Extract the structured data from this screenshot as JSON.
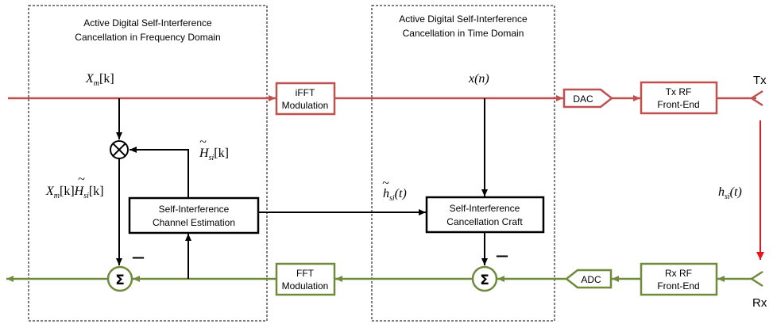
{
  "colors": {
    "tx": "#c0504d",
    "rx": "#6f8a3b",
    "channel": "#e8141b",
    "black": "#000000"
  },
  "regions": {
    "freq": {
      "title_line1": "Active Digital Self-Interference",
      "title_line2": "Cancellation in Frequency Domain"
    },
    "time": {
      "title_line1": "Active Digital Self-Interference",
      "title_line2": "Cancellation in Time Domain"
    }
  },
  "blocks": {
    "ifft": {
      "line1": "iFFT",
      "line2": "Modulation"
    },
    "dac": {
      "label": "DAC"
    },
    "tx_rf": {
      "line1": "Tx RF",
      "line2": "Front-End"
    },
    "fft": {
      "line1": "FFT",
      "line2": "Modulation"
    },
    "adc": {
      "label": "ADC"
    },
    "rx_rf": {
      "line1": "Rx RF",
      "line2": "Front-End"
    },
    "channel_est": {
      "line1": "Self-Interference",
      "line2": "Channel Estimation"
    },
    "craft": {
      "line1": "Self-Interference",
      "line2": "Cancellation Craft"
    }
  },
  "ports": {
    "tx": "Tx",
    "rx": "Rx"
  },
  "signals": {
    "xm_k": {
      "base": "X",
      "sub": "m",
      "arg": "[k]"
    },
    "x_n": {
      "text": "x(n)"
    },
    "h_si_k": {
      "base": "H",
      "accent": "~",
      "sub": "si",
      "arg": "[k]"
    },
    "product": {
      "base1": "X",
      "sub1": "m",
      "arg1": "[k]",
      "accent": "~",
      "base2": "H",
      "sub2": "si",
      "arg2": "[k]"
    },
    "h_si_t_est": {
      "base": "h",
      "accent": "~",
      "sub": "si",
      "arg": "(t)"
    },
    "h_si_t": {
      "base": "h",
      "sub": "si",
      "arg": "(t)"
    }
  },
  "symbols": {
    "multiply": "⊗",
    "sum": "Σ",
    "minus": "—"
  }
}
